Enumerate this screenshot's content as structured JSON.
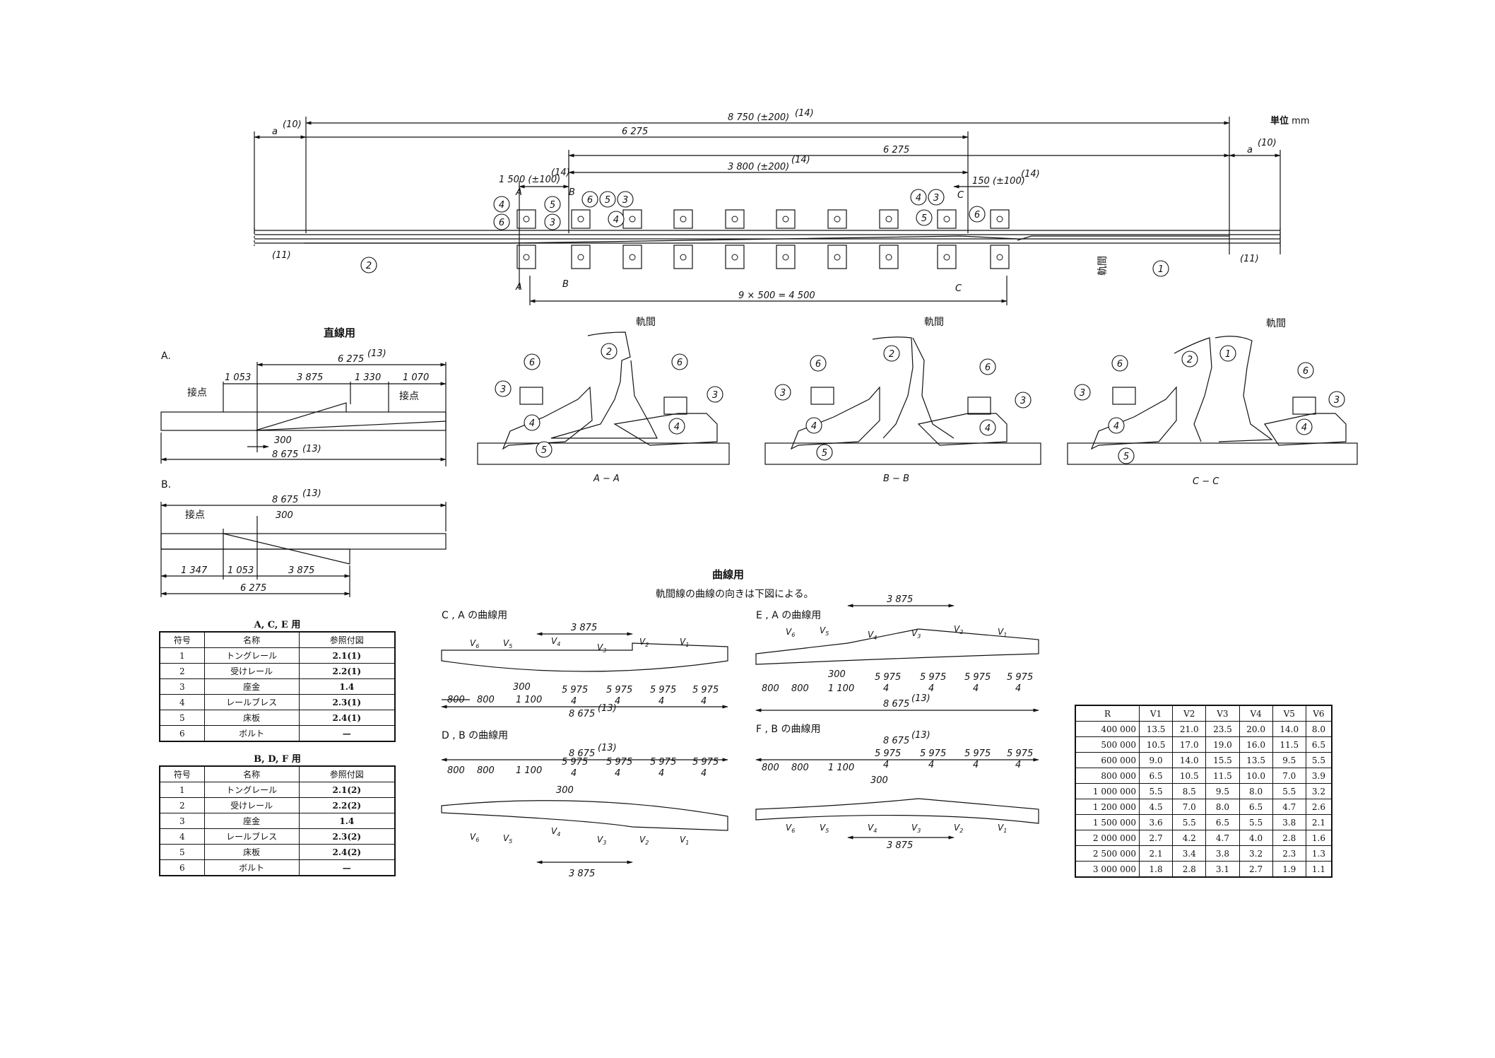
{
  "unit": {
    "label": "単位",
    "value": "mm"
  },
  "plan": {
    "total": "8 750 (±200)",
    "total_note": "(14)",
    "a_left": "a",
    "a_left_note": "(10)",
    "a_right": "a",
    "a_right_note": "(10)",
    "dim_6275_top": "6 275",
    "dim_6275_second": "6 275",
    "dim_3800": "3 800 (±200)",
    "dim_3800_note": "(14)",
    "dim_1500": "1 500 (±100)",
    "dim_1500_note": "(14)",
    "dim_150": "150 (±100)",
    "dim_150_note": "(14)",
    "dim_spacing": "9 × 500 = 4 500",
    "note_11_left": "(11)",
    "note_11_right": "(11)",
    "gauge_label": "軌間",
    "sec_a": "A",
    "sec_b": "B",
    "sec_c": "C",
    "circles": [
      "1",
      "2",
      "3",
      "4",
      "5",
      "6"
    ]
  },
  "straight": {
    "title": "直線用",
    "A": {
      "label": "A.",
      "total_top": "6 275",
      "total_top_note": "(13)",
      "d1": "1 053",
      "d2": "3 875",
      "d3": "1 330",
      "d4": "1 070",
      "contact_left": "接点",
      "contact_right": "接点",
      "d300": "300",
      "total_bottom": "8 675",
      "total_bottom_note": "(13)"
    },
    "B": {
      "label": "B.",
      "total_top": "8 675",
      "total_top_note": "(13)",
      "contact": "接点",
      "d300": "300",
      "d1": "1 347",
      "d2": "1 053",
      "d3": "3 875",
      "total_bottom": "6 275"
    }
  },
  "sections": {
    "gauge": "軌間",
    "AA": "A − A",
    "BB": "B − B",
    "CC": "C − C"
  },
  "curve": {
    "title": "曲線用",
    "subtitle": "軌間線の曲線の向きは下図による。",
    "CA": {
      "title": "C , A の曲線用",
      "d3875": "3 875",
      "d300": "300",
      "d800a": "800",
      "d800b": "800",
      "d1100": "1 100",
      "frac_num": "5 975",
      "frac_den": "4",
      "total": "8 675",
      "total_note": "(13)"
    },
    "EA": {
      "title": "E , A の曲線用",
      "d3875": "3 875",
      "d300": "300",
      "d800a": "800",
      "d800b": "800",
      "d1100": "1 100",
      "frac_num": "5 975",
      "frac_den": "4",
      "total": "8 675",
      "total_note": "(13)"
    },
    "DB": {
      "title": "D , B の曲線用",
      "d3875": "3 875",
      "d300": "300",
      "d800a": "800",
      "d800b": "800",
      "d1100": "1 100",
      "frac_num": "5 975",
      "frac_den": "4",
      "total": "8 675",
      "total_note": "(13)"
    },
    "FB": {
      "title": "F , B の曲線用",
      "d3875": "3 875",
      "d300": "300",
      "d800a": "800",
      "d800b": "800",
      "d1100": "1 100",
      "frac_num": "5 975",
      "frac_den": "4",
      "total": "8 675",
      "total_note": "(13)"
    },
    "v_labels": [
      "V6",
      "V5",
      "V4",
      "V3",
      "V2",
      "V1"
    ]
  },
  "table_ace": {
    "caption": "A, C, E 用",
    "headers": [
      "符号",
      "名称",
      "参照付図"
    ],
    "rows": [
      [
        "1",
        "トングレール",
        "2.1(1)"
      ],
      [
        "2",
        "受けレール",
        "2.2(1)"
      ],
      [
        "3",
        "座金",
        "1.4"
      ],
      [
        "4",
        "レールブレス",
        "2.3(1)"
      ],
      [
        "5",
        "床板",
        "2.4(1)"
      ],
      [
        "6",
        "ボルト",
        "—"
      ]
    ]
  },
  "table_bdf": {
    "caption": "B, D, F 用",
    "headers": [
      "符号",
      "名称",
      "参照付図"
    ],
    "rows": [
      [
        "1",
        "トングレール",
        "2.1(2)"
      ],
      [
        "2",
        "受けレール",
        "2.2(2)"
      ],
      [
        "3",
        "座金",
        "1.4"
      ],
      [
        "4",
        "レールブレス",
        "2.3(2)"
      ],
      [
        "5",
        "床板",
        "2.4(2)"
      ],
      [
        "6",
        "ボルト",
        "—"
      ]
    ]
  },
  "table_v": {
    "headers": [
      "R",
      "V1",
      "V2",
      "V3",
      "V4",
      "V5",
      "V6"
    ],
    "rows": [
      [
        "400 000",
        "13.5",
        "21.0",
        "23.5",
        "20.0",
        "14.0",
        "8.0"
      ],
      [
        "500 000",
        "10.5",
        "17.0",
        "19.0",
        "16.0",
        "11.5",
        "6.5"
      ],
      [
        "600 000",
        "9.0",
        "14.0",
        "15.5",
        "13.5",
        "9.5",
        "5.5"
      ],
      [
        "800 000",
        "6.5",
        "10.5",
        "11.5",
        "10.0",
        "7.0",
        "3.9"
      ],
      [
        "1 000 000",
        "5.5",
        "8.5",
        "9.5",
        "8.0",
        "5.5",
        "3.2"
      ],
      [
        "1 200 000",
        "4.5",
        "7.0",
        "8.0",
        "6.5",
        "4.7",
        "2.6"
      ],
      [
        "1 500 000",
        "3.6",
        "5.5",
        "6.5",
        "5.5",
        "3.8",
        "2.1"
      ],
      [
        "2 000 000",
        "2.7",
        "4.2",
        "4.7",
        "4.0",
        "2.8",
        "1.6"
      ],
      [
        "2 500 000",
        "2.1",
        "3.4",
        "3.8",
        "3.2",
        "2.3",
        "1.3"
      ],
      [
        "3 000 000",
        "1.8",
        "2.8",
        "3.1",
        "2.7",
        "1.9",
        "1.1"
      ]
    ]
  }
}
